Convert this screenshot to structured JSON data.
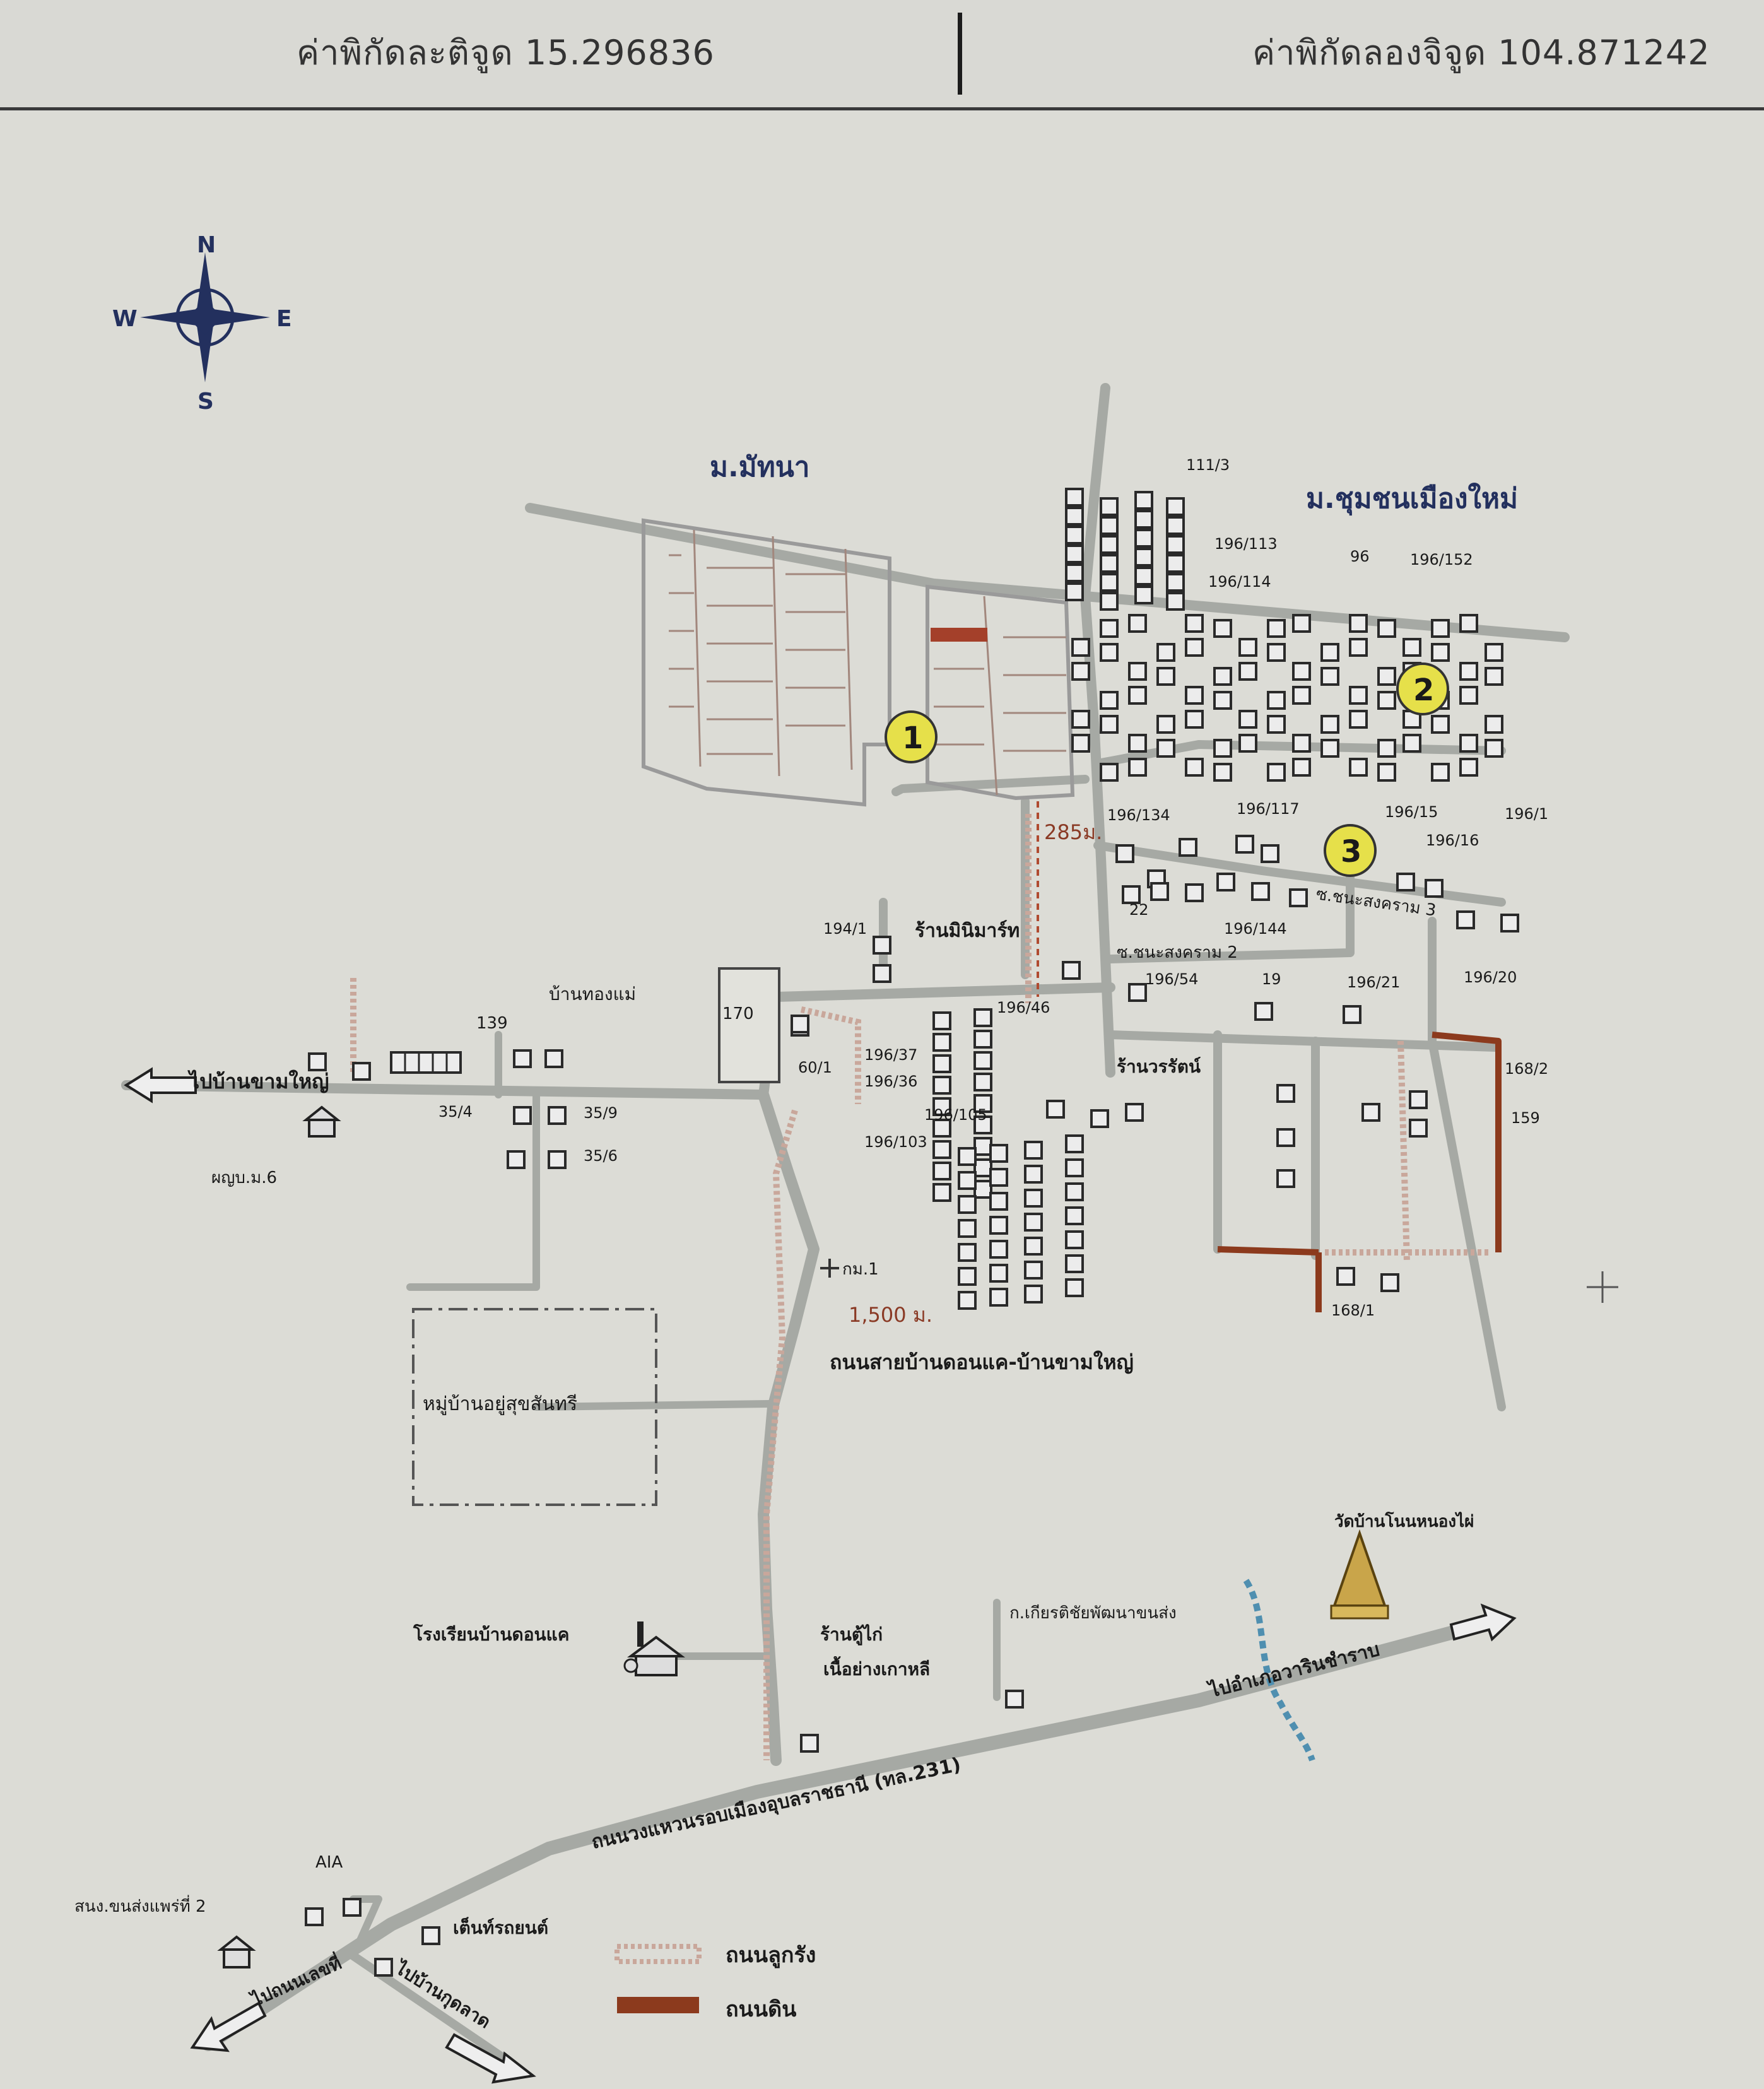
{
  "header": {
    "latitude_label": "ค่าพิกัดละติจูด 15.296836",
    "longitude_label": "ค่าพิกัดลองจิจูด 104.871242"
  },
  "compass": {
    "n": "N",
    "s": "S",
    "e": "E",
    "w": "W"
  },
  "places": {
    "village_north_west": "ม.มัทนา",
    "village_north_east": "ม.ชุมชนเมืองใหม่",
    "store_mini": "ร้านมินิมาร์ท",
    "house_a": "บ้านทองแม่",
    "store_south": "ร้านวรรัตน์",
    "health_center": "ผญบ.ม.6",
    "village_tent": "หมู่บ้านอยู่สุขสันทรี",
    "school": "โรงเรียนบ้านดอนแค",
    "shop_chicken_1": "ร้านตู้ไก่",
    "shop_chicken_2": "เนื้อย่างเกาหลี",
    "farm_office": "ก.เกียรติชัยพัฒนาขนส่ง",
    "temple": "วัดบ้านโนนหนองไผ่",
    "post_office": "สนง.ขนส่งแพร่ที่ 2",
    "aia": "AIA",
    "tent_shop": "เต็นท์รถยนต์",
    "lane_1": "ซ.ชนะสงคราม 2",
    "lane_2": "ซ.ชนะสงคราม 3"
  },
  "roads": {
    "to_west": "ไปบ้านขามใหญ่",
    "main_road": "ถนนสายบ้านดอนแค-บ้านขามใหญ่",
    "highway": "ถนนวงแหวนรอบเมืองอุบลราชธานี (ทล.231)",
    "to_east": "ไปอำเภอวารินชำราบ",
    "to_sw_1": "ไปถนนเลขที่",
    "to_sw_2": "ไปบ้านกุดลาด"
  },
  "distances": {
    "d285": "285ม.",
    "d1500": "1,500 ม.",
    "km1": "กม.1"
  },
  "markers": [
    "1",
    "2",
    "3"
  ],
  "house_numbers": {
    "h111_3": "111/3",
    "h196_113": "196/113",
    "h96": "96",
    "h196_152": "196/152",
    "h196_114": "196/114",
    "h196_134": "196/134",
    "h196_117": "196/117",
    "h196_15": "196/15",
    "h196_1x": "196/1",
    "h196_16": "196/16",
    "h22": "22",
    "h196_144": "196/144",
    "h194_1": "194/1",
    "h196_46": "196/46",
    "h196_54": "196/54",
    "h19": "19",
    "h196_21": "196/21",
    "h196_20": "196/20",
    "h170": "170",
    "h139": "139",
    "h196_37": "196/37",
    "h196_36": "196/36",
    "h60_1": "60/1",
    "h196_105": "196/105",
    "h196_103": "196/103",
    "h35_4": "35/4",
    "h35_9": "35/9",
    "h35_6": "35/6",
    "h168_2": "168/2",
    "h159": "159",
    "h168_1": "168/1"
  },
  "legend": {
    "lateritic": "ถนนลูกรัง",
    "dirt": "ถนนดิน",
    "lateritic_color": "#c9a79b",
    "dirt_color": "#8c3a1d"
  },
  "colors": {
    "road": "#a6a9a4",
    "marker_fill": "#e6e04a",
    "text_blue": "#23305e"
  }
}
